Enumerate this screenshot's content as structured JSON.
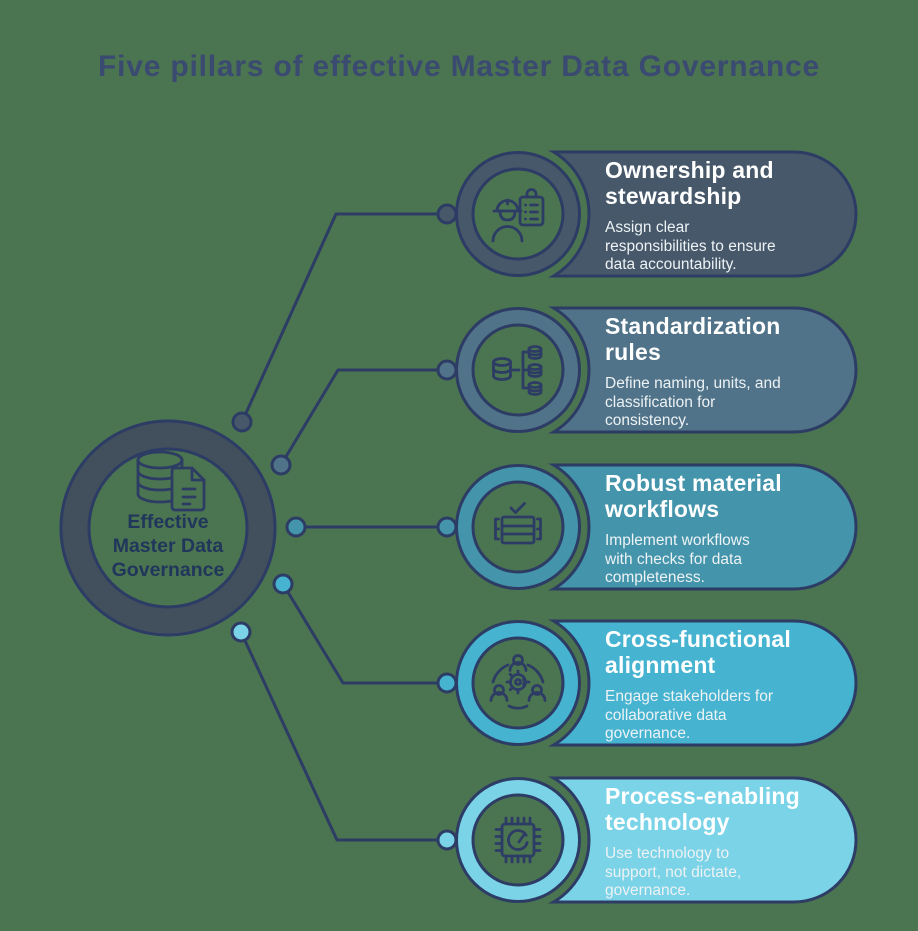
{
  "title": "Five pillars of effective Master Data Governance",
  "center": {
    "label": "Effective\nMaster Data\nGovernance",
    "icon": "database-document-icon"
  },
  "cards": [
    {
      "title": "Ownership and\nstewardship",
      "description": "Assign clear\nresponsibilities to ensure\ndata accountability.",
      "color": "#46586a",
      "icon": "engineer-clipboard-icon"
    },
    {
      "title": "Standardization\nrules",
      "description": "Define naming, units, and\nclassification for\nconsistency.",
      "color": "#507389",
      "icon": "data-mapping-icon"
    },
    {
      "title": "Robust material\nworkflows",
      "description": "Implement workflows\nwith checks for data\ncompleteness.",
      "color": "#4495ac",
      "icon": "workflow-table-check-icon"
    },
    {
      "title": "Cross-functional\nalignment",
      "description": "Engage stakeholders for\ncollaborative data\ngovernance.",
      "color": "#46b4d1",
      "icon": "collaboration-gear-icon"
    },
    {
      "title": "Process-enabling\ntechnology",
      "description": "Use technology to\nsupport, not dictate,\ngovernance.",
      "color": "#7bd3e7",
      "icon": "chip-gauge-icon"
    }
  ],
  "colors": {
    "background": "#4b7451",
    "outline": "#2d3c64",
    "title_text": "#3a4a70",
    "center_ring": "#41505c",
    "center_text": "#21365b",
    "card_title_text": "#ffffff",
    "card_body_text": "#edf2f4"
  }
}
